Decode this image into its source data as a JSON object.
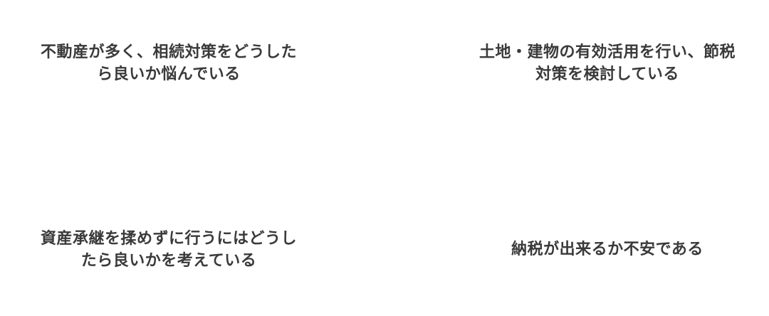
{
  "concerns": [
    {
      "lines": [
        "不動産が多く、相続対策をどうした",
        "ら良いか悩んでいる"
      ]
    },
    {
      "lines": [
        "土地・建物の有効活用を行い、節税",
        "対策を検討している"
      ]
    },
    {
      "lines": [
        "資産承継を揉めずに行うにはどうし",
        "たら良いかを考えている"
      ]
    },
    {
      "lines": [
        "納税が出来るか不安である"
      ]
    }
  ],
  "colors": {
    "text": "#3a3a3a",
    "background": "#ffffff"
  }
}
